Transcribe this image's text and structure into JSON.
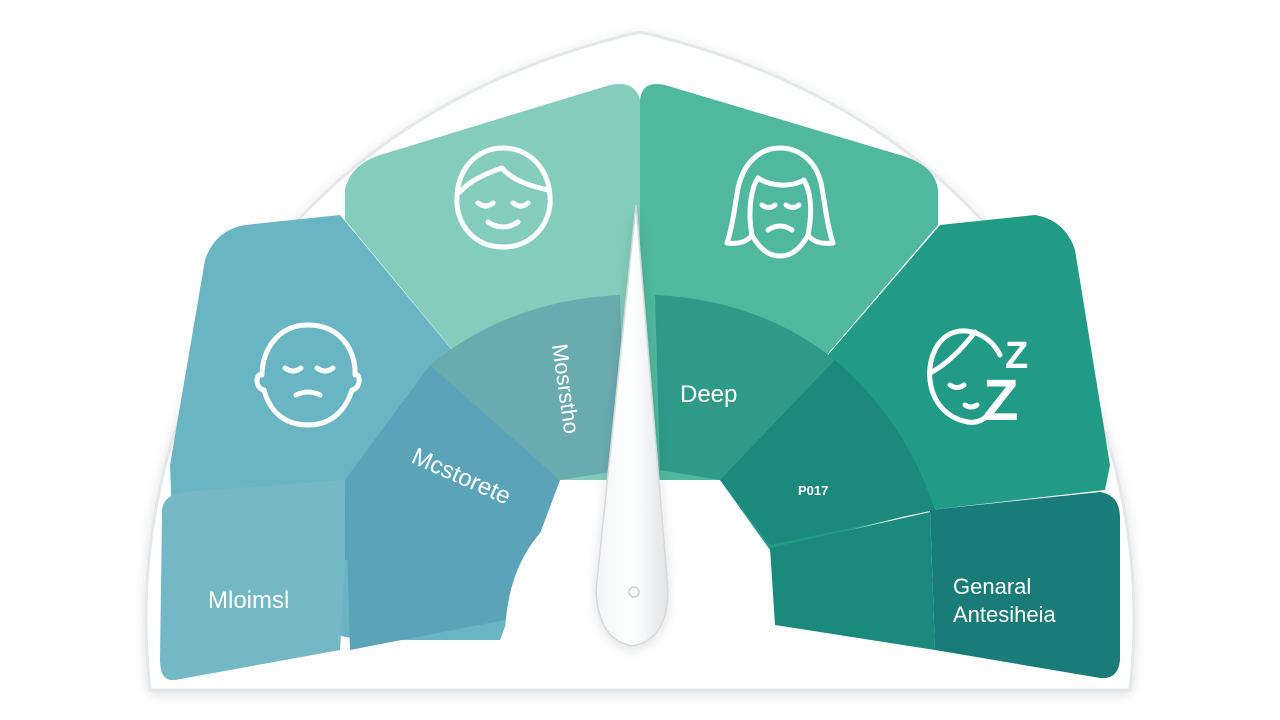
{
  "gauge": {
    "colors": {
      "background": "#ffffff",
      "frame": "#ffffff",
      "frame_stroke": "#e4e8ea",
      "seg_minimal_outer": "#6ab5c4",
      "seg_minimal_inner": "#5aa3b9",
      "seg_low_outer": "#84ccbb",
      "seg_low_inner": "#6aabb0",
      "seg_deep_outer": "#4fb89e",
      "seg_deep_inner": "#2f9a88",
      "seg_right_outer": "#219a86",
      "seg_right_inner": "#1b8a7c",
      "seg_bottom_left": "#74b8c5",
      "seg_bottom_right": "#1a7c78",
      "needle": "#ffffff",
      "label": "#ffffff"
    },
    "icons": [
      {
        "name": "face-bald-icon"
      },
      {
        "name": "face-hair-icon"
      },
      {
        "name": "face-woman-sad-icon"
      },
      {
        "name": "face-sleeping-zz-icon"
      }
    ],
    "labels": {
      "minimal": "Mloimsl",
      "moderate_inner": "Mcstorete",
      "moderate_vertical": "Mosrstho",
      "deep": "Deep",
      "small_code": "P017",
      "general_line1": "Genaral",
      "general_line2": "Antesiheia",
      "z_big": "Z",
      "z_small": "Z"
    }
  }
}
